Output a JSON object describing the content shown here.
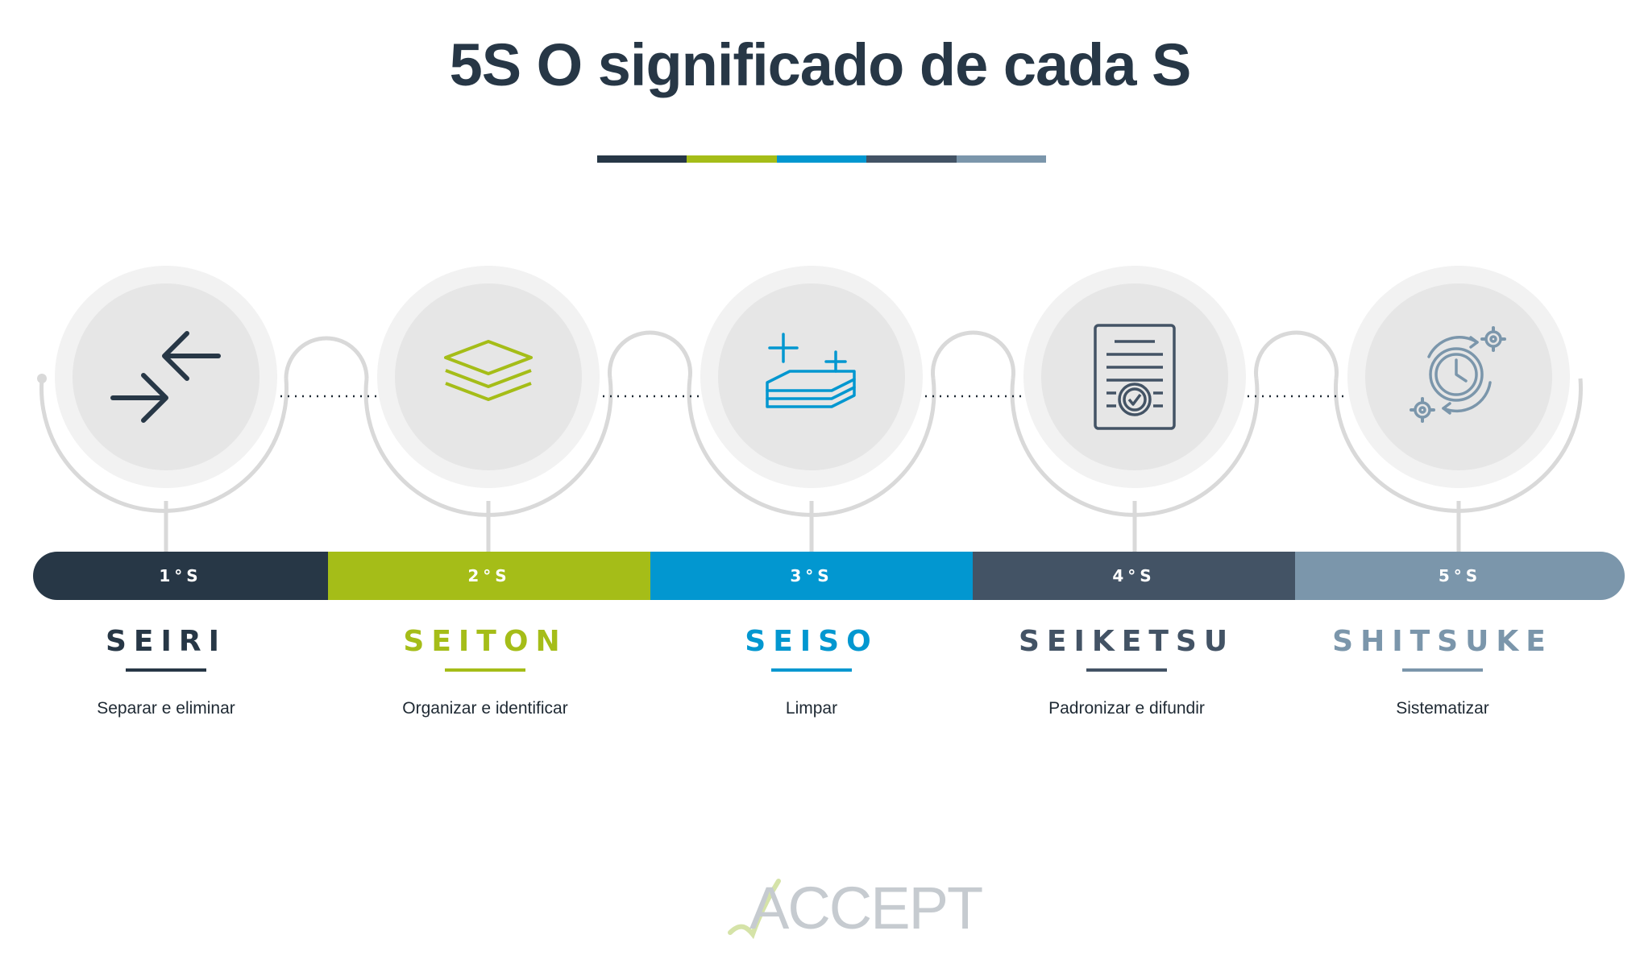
{
  "title": "5S O significado de cada S",
  "colors": {
    "dark": "#273746",
    "green": "#a5bd18",
    "blue": "#0297d0",
    "slate": "#435365",
    "steel": "#7b96ab",
    "track": "#d9d9d9"
  },
  "steps": [
    {
      "badge": "1°S",
      "name": "SEIRI",
      "desc": "Separar e eliminar",
      "icon": "arrows-converge-icon",
      "color": "#273746"
    },
    {
      "badge": "2°S",
      "name": "SEITON",
      "desc": "Organizar e identificar",
      "icon": "stacked-layers-icon",
      "color": "#a5bd18"
    },
    {
      "badge": "3°S",
      "name": "SEISO",
      "desc": "Limpar",
      "icon": "clean-towels-sparkle-icon",
      "color": "#0297d0"
    },
    {
      "badge": "4°S",
      "name": "SEIKETSU",
      "desc": "Padronizar e difundir",
      "icon": "certified-document-icon",
      "color": "#435365"
    },
    {
      "badge": "5°S",
      "name": "SHITSUKE",
      "desc": "Sistematizar",
      "icon": "clock-gears-cycle-icon",
      "color": "#7b96ab"
    }
  ],
  "logo": {
    "text": "ACCEPT"
  }
}
